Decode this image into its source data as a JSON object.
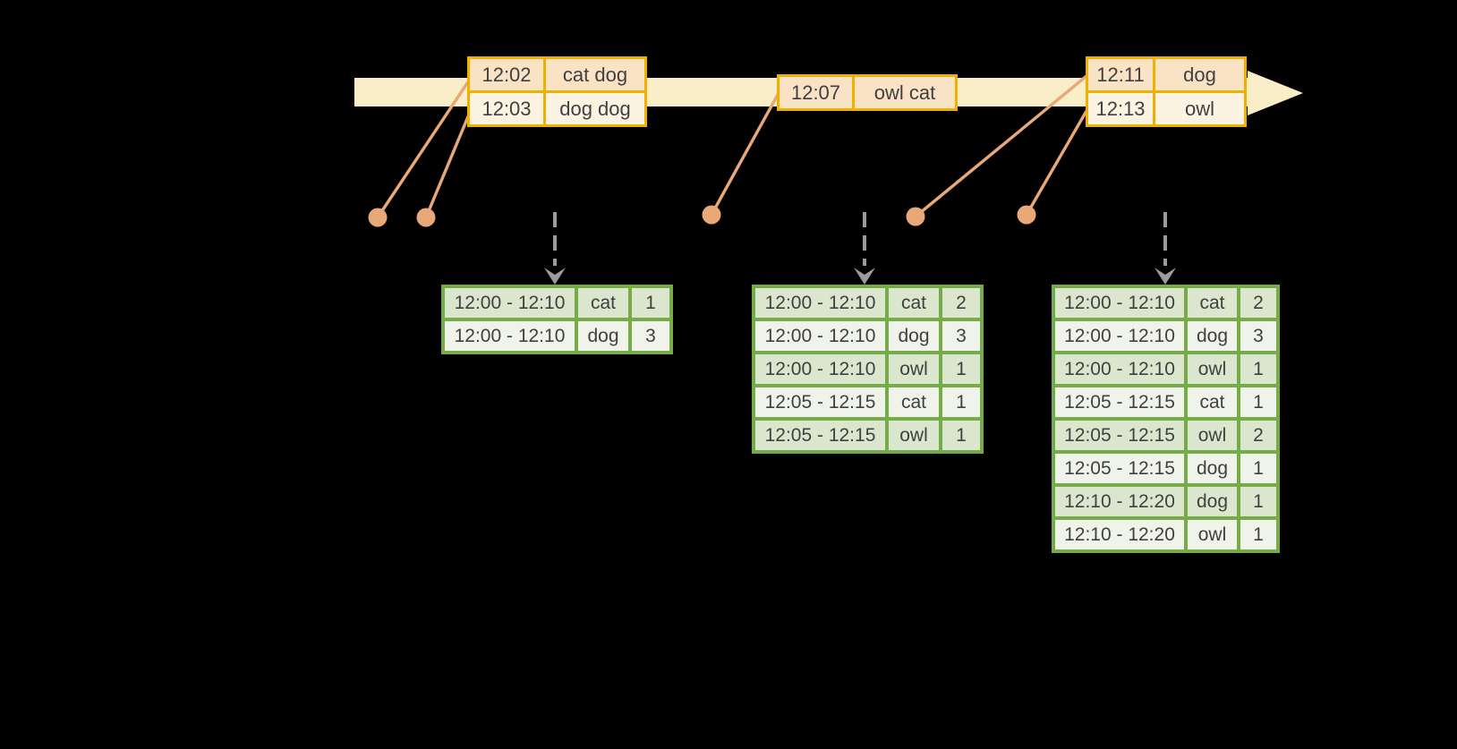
{
  "colors": {
    "background": "#000000",
    "timeline_band": "#FAEEC8",
    "event_border": "#F0B000",
    "event_row_peach": "#FAE2C4",
    "event_row_cream": "#FCF3E3",
    "connector_dot": "#E9A878",
    "trigger_arrow": "#9B9B9B",
    "result_border": "#76AC48",
    "result_row_dark": "#DBE6CE",
    "result_row_light": "#EFF3E9",
    "text": "#404040"
  },
  "icons": {
    "timeline-arrowhead": "css-triangle-right",
    "trigger-arrow": "gray-dashed-down-arrow",
    "event-dot": "filled-circle"
  },
  "timeline": {
    "event_batches": [
      {
        "rows": [
          {
            "time": "12:02",
            "words": "cat dog"
          },
          {
            "time": "12:03",
            "words": "dog dog"
          }
        ]
      },
      {
        "rows": [
          {
            "time": "12:07",
            "words": "owl cat"
          }
        ]
      },
      {
        "rows": [
          {
            "time": "12:11",
            "words": "dog"
          },
          {
            "time": "12:13",
            "words": "owl"
          }
        ]
      }
    ]
  },
  "result_tables": [
    {
      "rows": [
        {
          "window": "12:00 - 12:10",
          "word": "cat",
          "count": 1
        },
        {
          "window": "12:00 - 12:10",
          "word": "dog",
          "count": 3
        }
      ]
    },
    {
      "rows": [
        {
          "window": "12:00 - 12:10",
          "word": "cat",
          "count": 2
        },
        {
          "window": "12:00 - 12:10",
          "word": "dog",
          "count": 3
        },
        {
          "window": "12:00 - 12:10",
          "word": "owl",
          "count": 1
        },
        {
          "window": "12:05 - 12:15",
          "word": "cat",
          "count": 1
        },
        {
          "window": "12:05 - 12:15",
          "word": "owl",
          "count": 1
        }
      ]
    },
    {
      "rows": [
        {
          "window": "12:00 - 12:10",
          "word": "cat",
          "count": 2
        },
        {
          "window": "12:00 - 12:10",
          "word": "dog",
          "count": 3
        },
        {
          "window": "12:00 - 12:10",
          "word": "owl",
          "count": 1
        },
        {
          "window": "12:05 - 12:15",
          "word": "cat",
          "count": 1
        },
        {
          "window": "12:05 - 12:15",
          "word": "owl",
          "count": 2
        },
        {
          "window": "12:05 - 12:15",
          "word": "dog",
          "count": 1
        },
        {
          "window": "12:10 - 12:20",
          "word": "dog",
          "count": 1
        },
        {
          "window": "12:10 - 12:20",
          "word": "owl",
          "count": 1
        }
      ]
    }
  ]
}
